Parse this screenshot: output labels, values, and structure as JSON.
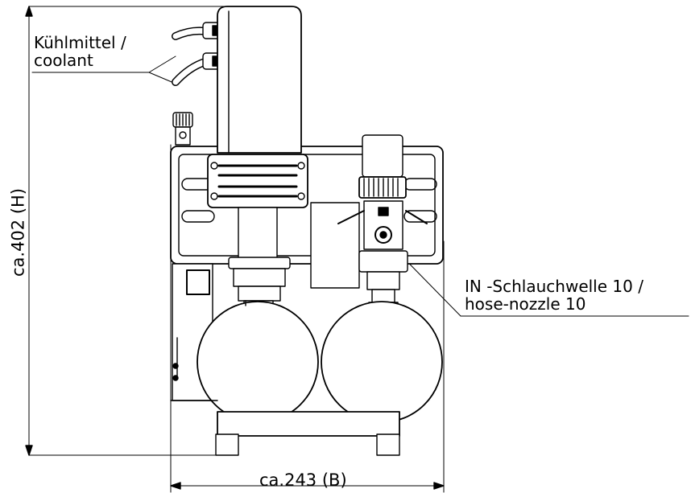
{
  "labels": {
    "coolant_line1": "Kühlmittel /",
    "coolant_line2": "coolant",
    "hose_line1": "IN -Schlauchwelle 10 /",
    "hose_line2": "hose-nozzle 10",
    "width_dim": "ca.243 (B)",
    "height_dim": "ca.402 (H)"
  }
}
